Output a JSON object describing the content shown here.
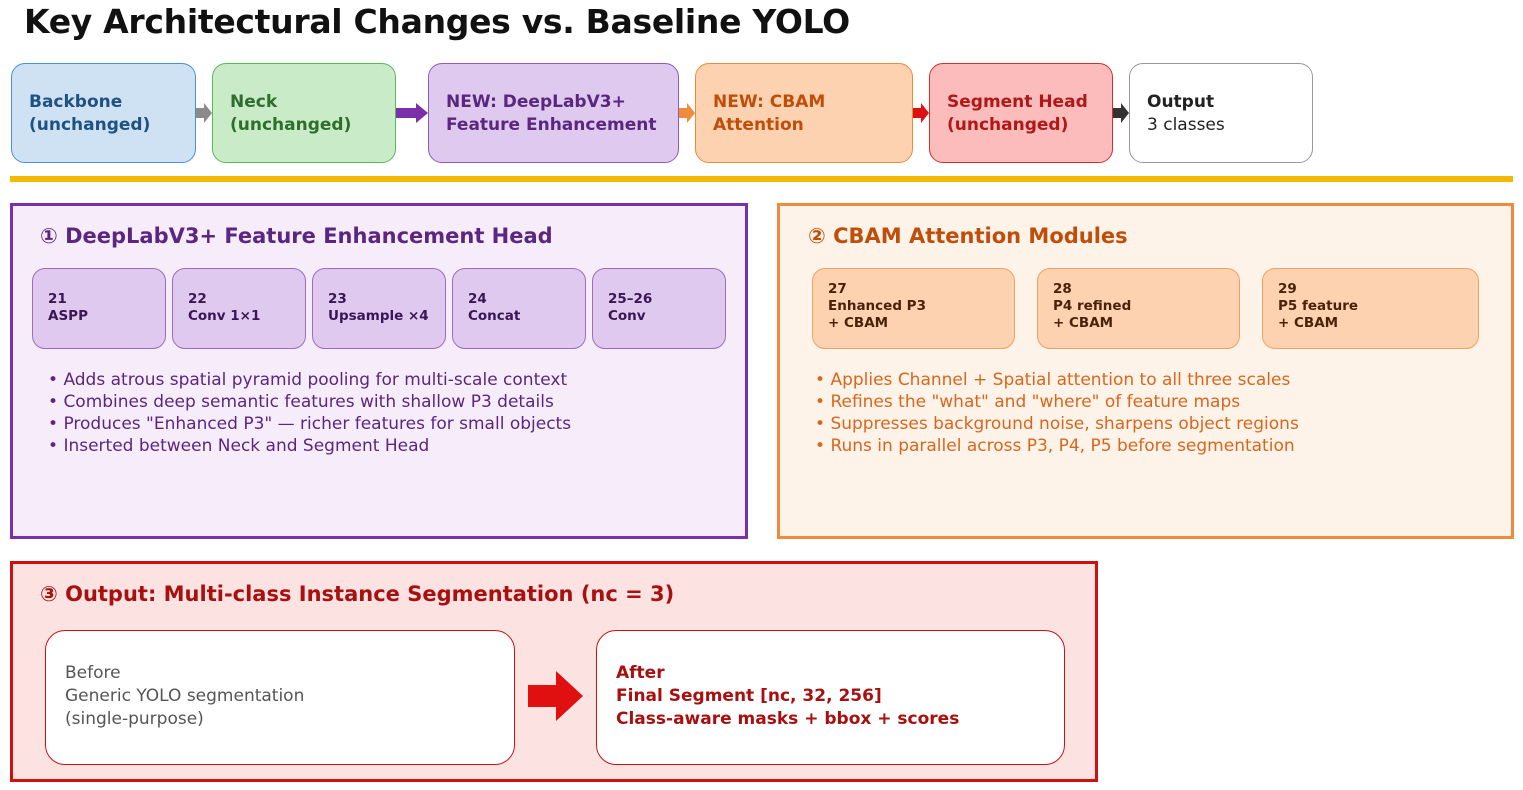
{
  "title": "Key Architectural Changes vs. Baseline YOLO",
  "pipeline": [
    {
      "line1": "Backbone",
      "line2": "(unchanged)",
      "bg": "#cfe2f3",
      "border": "#4a90d9",
      "text": "#1f5282"
    },
    {
      "line1": "Neck",
      "line2": "(unchanged)",
      "bg": "#c9ebc7",
      "border": "#5cb85c",
      "text": "#2e6f2e"
    },
    {
      "line1": "NEW: DeepLabV3+",
      "line2": "Feature Enhancement",
      "bg": "#e0c9ee",
      "border": "#8e5cb8",
      "text": "#5a2680"
    },
    {
      "line1": "NEW: CBAM",
      "line2": "Attention",
      "bg": "#fcd2b0",
      "border": "#f08a3c",
      "text": "#c04e0a"
    },
    {
      "line1": "Segment Head",
      "line2": "(unchanged)",
      "bg": "#fcbcbc",
      "border": "#d62c2c",
      "text": "#b01818"
    },
    {
      "line1": "Output",
      "line2": "3 classes",
      "bg": "#ffffff",
      "border": "#999999",
      "text": "#222222"
    }
  ],
  "arrows": [
    {
      "color": "#8a8a8a"
    },
    {
      "color": "#7b2fa8"
    },
    {
      "color": "#f08a3c"
    },
    {
      "color": "#e01010"
    },
    {
      "color": "#333333"
    }
  ],
  "section1": {
    "title": "① DeepLabV3+ Feature Enhancement Head",
    "color": "#7b2fa8",
    "cards": [
      {
        "num": "21",
        "label": "ASPP"
      },
      {
        "num": "22",
        "label": "Conv 1×1"
      },
      {
        "num": "23",
        "label": "Upsample ×4"
      },
      {
        "num": "24",
        "label": "Concat"
      },
      {
        "num": "25–26",
        "label": "Conv"
      }
    ],
    "bullets": [
      "Adds atrous spatial pyramid pooling for multi-scale context",
      "Combines deep semantic features with shallow P3 details",
      "Produces \"Enhanced P3\" — richer features for small objects",
      "Inserted between Neck and Segment Head"
    ]
  },
  "section2": {
    "title": "② CBAM Attention Modules",
    "color": "#f08a3c",
    "cards": [
      {
        "num": "27",
        "line1": "Enhanced P3",
        "line2": "+ CBAM"
      },
      {
        "num": "28",
        "line1": "P4 refined",
        "line2": "+ CBAM"
      },
      {
        "num": "29",
        "line1": "P5 feature",
        "line2": "+ CBAM"
      }
    ],
    "bullets": [
      "Applies Channel + Spatial attention to all three scales",
      "Refines the \"what\" and \"where\" of feature maps",
      "Suppresses background noise, sharpens object regions",
      "Runs in parallel across P3, P4, P5 before segmentation"
    ]
  },
  "section3": {
    "title": "③ Output: Multi-class Instance Segmentation (nc = 3)",
    "color": "#d01010",
    "before": {
      "heading": "Before",
      "line1": "Generic YOLO segmentation",
      "line2": "(single-purpose)"
    },
    "after": {
      "heading": "After",
      "line1": "Final Segment [nc, 32, 256]",
      "line2": "Class-aware masks + bbox + scores"
    }
  }
}
